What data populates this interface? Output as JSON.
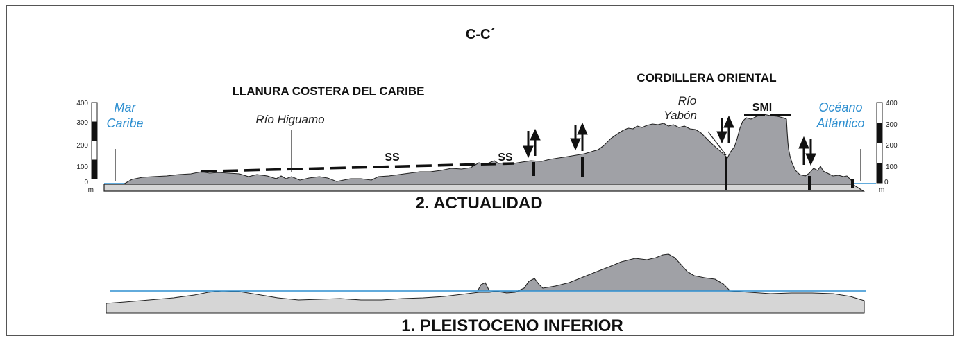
{
  "title": "C-C´",
  "regions": {
    "coastal_plain": "LLANURA COSTERA DEL CARIBE",
    "cordillera": "CORDILLERA ORIENTAL"
  },
  "places": {
    "rio_higuamo": "Río Higuamo",
    "rio_yabon_1": "Río",
    "rio_yabon_2": "Yabón"
  },
  "water": {
    "mar_1": "Mar",
    "mar_2": "Caribe",
    "oceano_1": "Océano",
    "oceano_2": "Atlántico"
  },
  "surfaces": {
    "ss_1": "SS",
    "ss_2": "SS",
    "smi": "SMI"
  },
  "scale": {
    "ticks": [
      "400",
      "300",
      "200",
      "100",
      "0"
    ],
    "unit": "m"
  },
  "sections": {
    "present": "2. ACTUALIDAD",
    "pleistocene": "1. PLEISTOCENO INFERIOR"
  },
  "colors": {
    "terrain": "#a0a1a6",
    "base": "#d6d6d6",
    "sea": "#2e8fd0",
    "label_water": "#2e8fd0"
  }
}
